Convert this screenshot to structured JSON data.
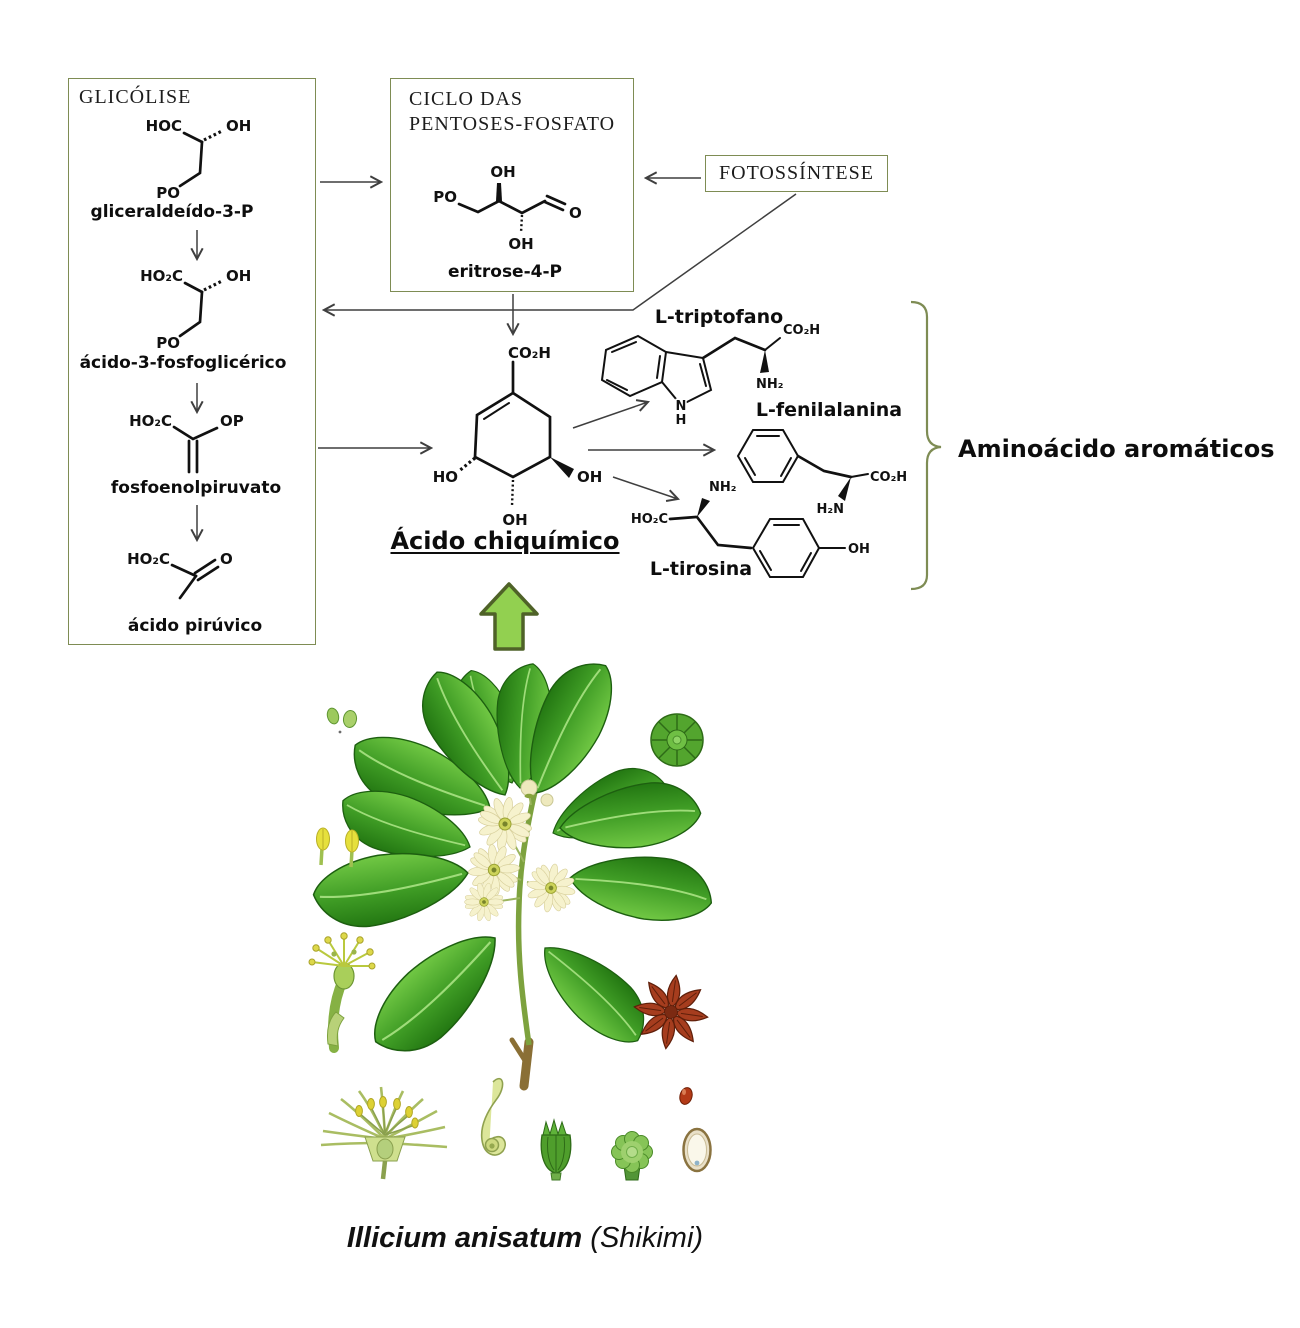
{
  "colors": {
    "box_border": "#7e8c54",
    "arrow": "#3f3f3f",
    "structure_ink": "#111111",
    "green_arrow_fill": "#92d050",
    "green_arrow_border": "#4f6228",
    "bracket": "#7e8c54",
    "leaf_dark": "#237712",
    "leaf_light": "#71c844",
    "flower_cream": "#f6f2cd",
    "star_anise": "#a63d1e"
  },
  "glycolysis": {
    "title": "GLICÓLISE",
    "g3p": {
      "label": "gliceraldeído-3-P",
      "hoc": "HOC",
      "oh": "OH",
      "po": "PO"
    },
    "apg": {
      "label": "ácido-3-fosfoglicérico",
      "ho2c": "HO₂C",
      "oh": "OH",
      "po": "PO"
    },
    "pep": {
      "label": "fosfoenolpiruvato",
      "ho2c": "HO₂C",
      "op": "OP"
    },
    "pyr": {
      "label": "ácido pirúvico",
      "ho2c": "HO₂C",
      "o": "O"
    }
  },
  "pentose": {
    "title1": "CICLO DAS",
    "title2": "PENTOSES-FOSFATO",
    "e4p": {
      "label": "eritrose-4-P",
      "po": "PO",
      "oh_top": "OH",
      "oh_bottom": "OH",
      "o": "O"
    }
  },
  "photosynthesis": {
    "title": "FOTOSSÍNTESE"
  },
  "shikimic": {
    "label": "Ácido chiquímico",
    "co2h": "CO₂H",
    "ho": "HO",
    "oh_bottom": "OH",
    "oh_right": "OH"
  },
  "amino_acids": {
    "trp": {
      "label": "L-triptofano",
      "co2h": "CO₂H",
      "nh2": "NH₂",
      "n": "N",
      "h": "H"
    },
    "phe": {
      "label": "L-fenilalanina",
      "co2h": "CO₂H",
      "h2n": "H₂N"
    },
    "tyr": {
      "label": "L-tirosina",
      "ho2c": "HO₂C",
      "nh2": "NH₂",
      "oh": "OH"
    }
  },
  "bracket_label": "Aminoácido aromáticos",
  "caption": {
    "species": "Illicium anisatum",
    "common": "(Shikimi)"
  }
}
